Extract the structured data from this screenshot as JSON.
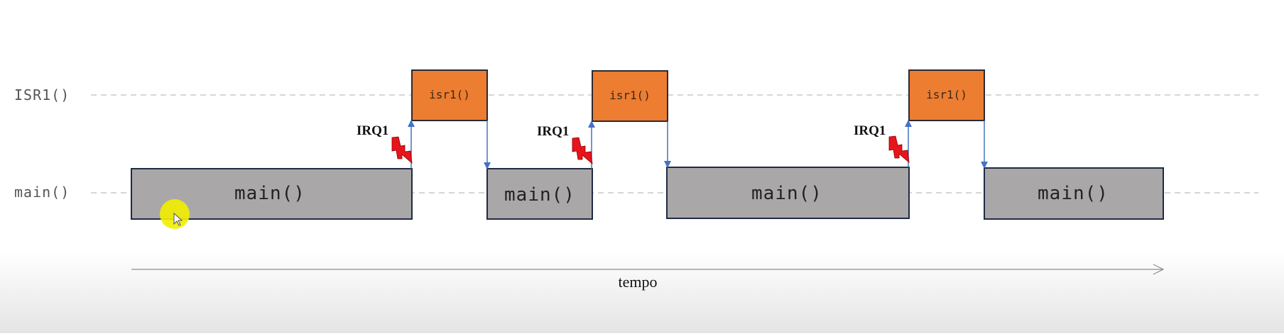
{
  "diagram": {
    "rows": {
      "isr": "ISR1()",
      "main": "main()"
    },
    "axis_label": "tempo",
    "main_label": "main()",
    "isr_label": "isr1()",
    "irq_label": "IRQ1",
    "colors": {
      "main_fill": "#aaa7a8",
      "main_stroke": "#1f2a44",
      "isr_fill": "#ed7d31",
      "isr_stroke": "#2a2a35",
      "arrow": "#4472c4",
      "lightning": "#e8141b",
      "dashed_line": "#bbbbbb",
      "cursor_highlight": "#f2ee00"
    }
  }
}
